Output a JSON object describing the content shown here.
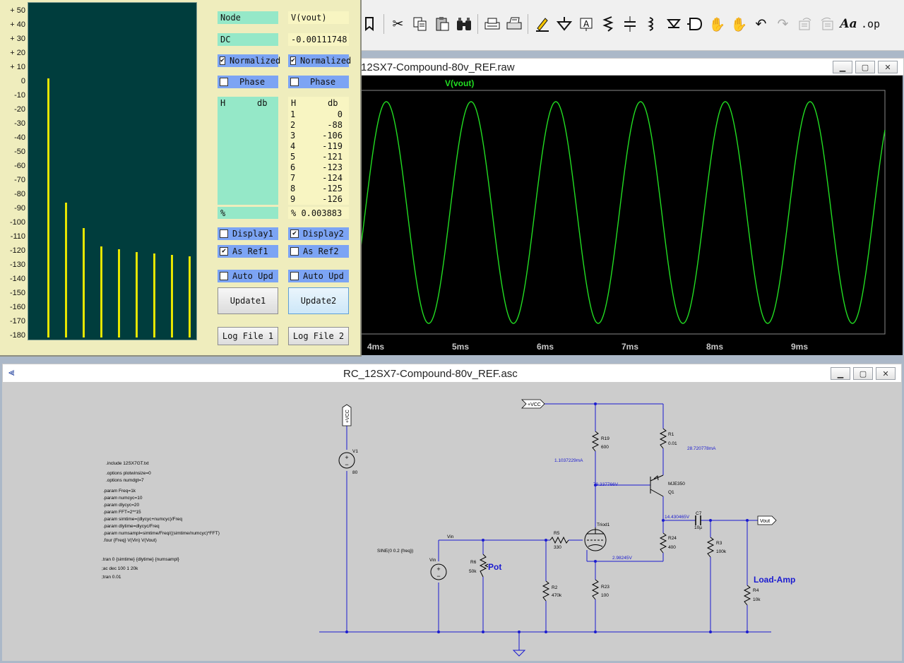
{
  "toolbar": {
    "icons": [
      "bookmark-icon",
      "scissors-icon",
      "copy-icon",
      "paste-icon",
      "binoculars-icon",
      "print-setup-icon",
      "print-icon",
      "pencil-icon",
      "ground-icon",
      "label-net-icon",
      "resistor-icon",
      "capacitor-icon",
      "inductor-icon",
      "diode-icon",
      "component-icon",
      "move-hand-icon",
      "drag-hand-icon",
      "undo-icon",
      "redo-icon",
      "rotate-icon",
      "mirror-icon",
      "text-icon",
      "spice-directive-icon"
    ],
    "text_label": "Aa",
    "op_label": ".op"
  },
  "waveform_window": {
    "title": "12SX7-Compound-80v_REF.raw",
    "trace_label": "V(vout)",
    "trace_color": "#22dd22",
    "x_ticks": [
      "4ms",
      "5ms",
      "6ms",
      "7ms",
      "8ms",
      "9ms"
    ]
  },
  "fft_panel": {
    "y_ticks": [
      "+ 50",
      "+ 40",
      "+ 30",
      "+ 20",
      "+ 10",
      "0",
      "-10",
      "-20",
      "-30",
      "-40",
      "-50",
      "-60",
      "-70",
      "-80",
      "-90",
      "-100",
      "-110",
      "-120",
      "-130",
      "-140",
      "-150",
      "-160",
      "-170",
      "-180"
    ],
    "harmonics_db": [
      0,
      -88,
      -106,
      -119,
      -121,
      -123,
      -124,
      -125,
      -126
    ],
    "bar_color": "#e6e600",
    "col1": {
      "node_label": "Node",
      "dc_label": "DC",
      "normalized": "Normalized",
      "phase": "Phase",
      "table_h": "H",
      "table_db": "db",
      "pct_label": "%",
      "display": "Display1",
      "as_ref": "As Ref1",
      "auto_upd": "Auto Upd",
      "update": "Update1",
      "log_file": "Log File 1"
    },
    "col2": {
      "node_value": "V(vout)",
      "dc_value": "-0.00111748",
      "normalized": "Normalized",
      "phase": "Phase",
      "table_h": "H",
      "table_db": "db",
      "rows": [
        [
          "1",
          "0"
        ],
        [
          "2",
          "-88"
        ],
        [
          "3",
          "-106"
        ],
        [
          "4",
          "-119"
        ],
        [
          "5",
          "-121"
        ],
        [
          "6",
          "-123"
        ],
        [
          "7",
          "-124"
        ],
        [
          "8",
          "-125"
        ],
        [
          "9",
          "-126"
        ]
      ],
      "pct_value": "% 0.003883",
      "display": "Display2",
      "as_ref": "As Ref2",
      "auto_upd": "Auto Upd",
      "update": "Update2",
      "log_file": "Log File 2"
    }
  },
  "schematic_window": {
    "title": "RC_12SX7-Compound-80v_REF.asc",
    "directives": [
      ".include 12SX7GT.txt",
      ".options plotwinsize=0",
      ".options numdgt=7",
      ".param Freq=1k",
      ".param numcyc=10",
      ".param dlycyc=20",
      ".param FFT=2**15",
      ".param simtime=(dlycyc+numcyc)/Freq",
      ".param dlytime=dlycyc/Freq",
      ".param numsampl=simtime/Freq/((simtime/numcyc)*FFT)",
      ".four {Freq} V(Vin) V(Vout)",
      ".tran 0 {simtime} {dlytime} {numsampl}",
      ";ac dec 100 1 20k",
      ";tran 0.01"
    ],
    "labels": {
      "vcc_flag": "+VCC",
      "vcc_flag2": "+VCC",
      "v1": "V1",
      "v1_val": "80",
      "vin_src": "Vin",
      "vin_val": "SINE(0 0.2 {freq})",
      "vin_net": "Vin",
      "r6": "R6",
      "r6_val": "50k",
      "pot": "Pot",
      "r5": "R5",
      "r5_val": "330",
      "r2": "R2",
      "r2_val": "470k",
      "r19": "R19",
      "r19_val": "600",
      "r1": "R1",
      "r1_val": "0.01",
      "r23": "R23",
      "r23_val": "100",
      "r24": "R24",
      "r24_val": "400",
      "r3": "R3",
      "r3_val": "100k",
      "r4": "R4",
      "r4_val": "10k",
      "c7": "C7",
      "c7_val": "10µ",
      "q1": "Q1",
      "q1_model": "MJE350",
      "triod": "Triod1",
      "vout": "Vout",
      "load": "Load-Amp",
      "i_r19": "1.1037229mA",
      "i_r1": "28.720778mA",
      "v_node1": "79.337766V",
      "v_node2": "14.430465V",
      "v_node3": "2.98245V"
    }
  }
}
